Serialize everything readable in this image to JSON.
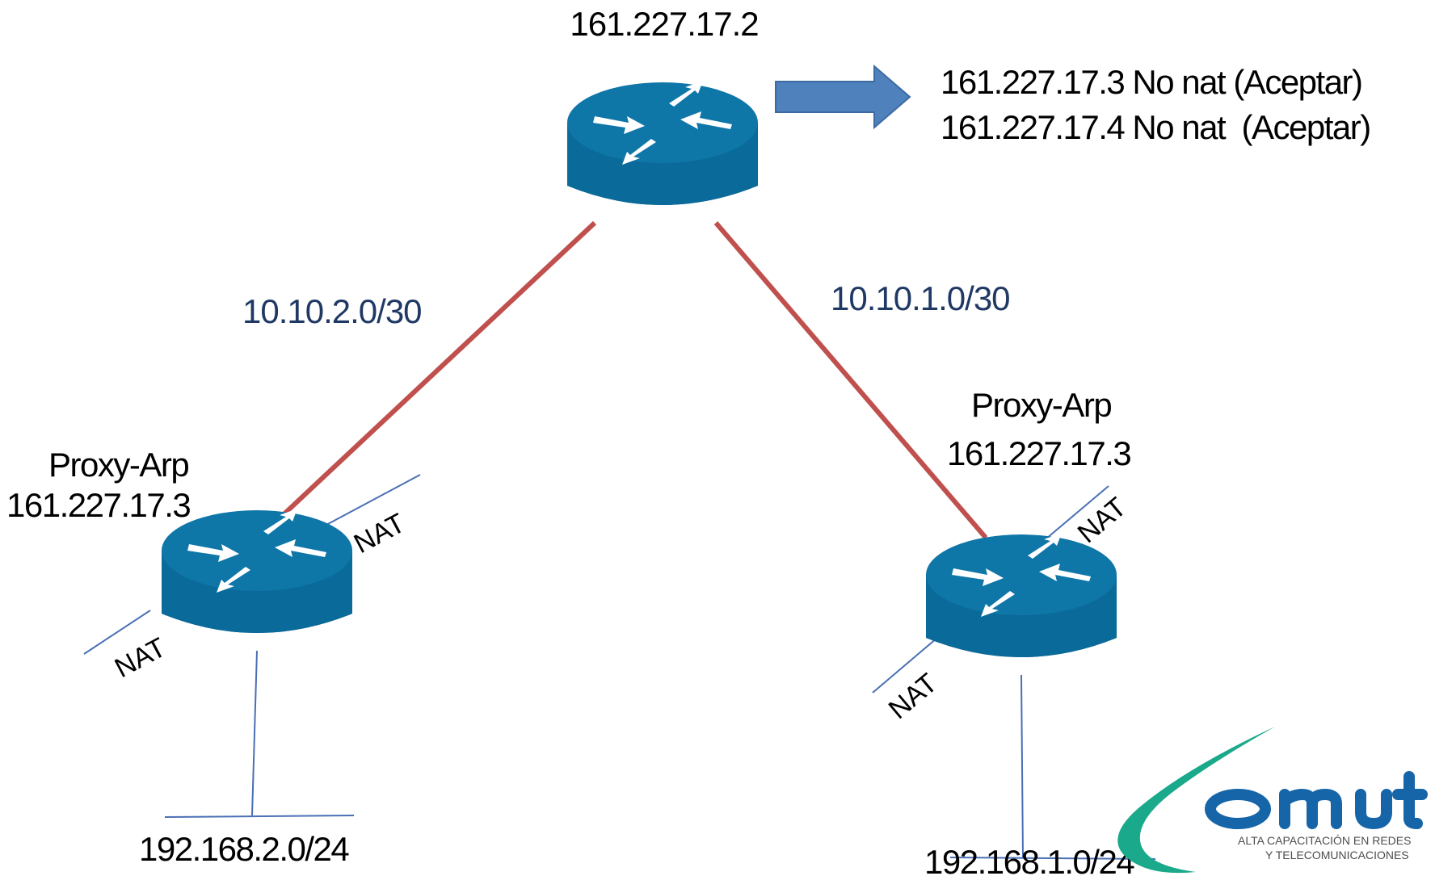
{
  "diagram": {
    "top_router": {
      "ip": "161.227.17.2"
    },
    "arrow_note": {
      "line1": "161.227.17.3 No nat (Aceptar)",
      "line2": "161.227.17.4 No nat  (Aceptar)"
    },
    "links": {
      "left": "10.10.2.0/30",
      "right": "10.10.1.0/30"
    },
    "left_router": {
      "proxy": "Proxy-Arp",
      "ip": "161.227.17.3",
      "nat_outside": "NAT",
      "nat_inside": "NAT",
      "lan": "192.168.2.0/24"
    },
    "right_router": {
      "proxy": "Proxy-Arp",
      "ip": "161.227.17.3",
      "nat_outside": "NAT",
      "nat_inside": "NAT",
      "lan": "192.168.1.0/24"
    }
  },
  "logo": {
    "text": "OMUTEL",
    "tagline1": "ALTA CAPACITACIÓN EN REDES",
    "tagline2": "Y TELECOMUNICACIONES"
  },
  "colors": {
    "router_fill": "#0a6a99",
    "router_dark": "#075479",
    "link": "#c0504d",
    "wire": "#4a6fb5",
    "arrow": "#4f81bd",
    "label_blue": "#1f3864",
    "logo_teal": "#1aa98a",
    "logo_blue": "#1565a8"
  }
}
